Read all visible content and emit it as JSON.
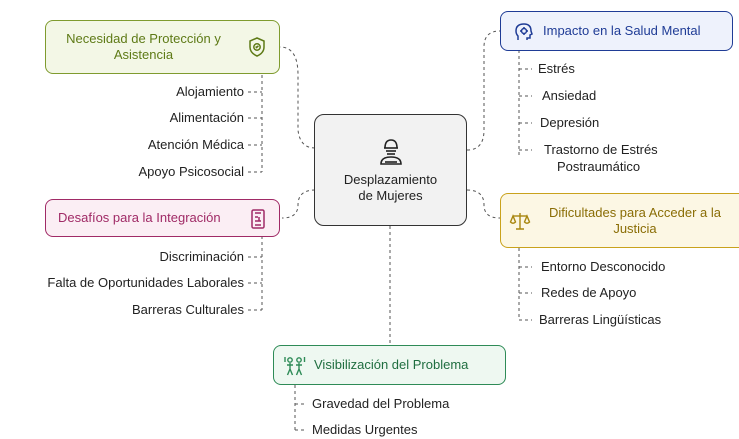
{
  "center": {
    "label_line1": "Desplazamiento",
    "label_line2": "de Mujeres"
  },
  "colors": {
    "green": "#7f9b2e",
    "green_bg": "#f3f7e6",
    "blue": "#1f3c96",
    "blue_bg": "#eef2fc",
    "purple": "#a02a66",
    "purple_bg": "#fbeef4",
    "gold": "#c9a21c",
    "gold_bg": "#fcf7e4",
    "teal": "#2e8b57",
    "teal_bg": "#eef8f1"
  },
  "branches": {
    "proteccion": {
      "title_line1": "Necesidad de Protección y",
      "title_line2": "Asistencia",
      "icon": "shield-icon",
      "items": [
        "Alojamiento",
        "Alimentación",
        "Atención Médica",
        "Apoyo Psicosocial"
      ]
    },
    "salud": {
      "title": "Impacto en la Salud Mental",
      "icon": "head-gear-icon",
      "items": [
        "Estrés",
        "Ansiedad",
        "Depresión",
        "Trastorno de Estrés",
        "Postraumático"
      ]
    },
    "integracion": {
      "title": "Desafíos para la Integración",
      "icon": "door-icon",
      "items": [
        "Discriminación",
        "Falta de Oportunidades Laborales",
        "Barreras Culturales"
      ]
    },
    "justicia": {
      "title_line1": "Dificultades para Acceder a la",
      "title_line2": "Justicia",
      "icon": "scales-icon",
      "items": [
        "Entorno Desconocido",
        "Redes de Apoyo",
        "Barreras Lingüísticas"
      ]
    },
    "visibilizacion": {
      "title": "Visibilización del Problema",
      "icon": "people-icon",
      "items": [
        "Gravedad del Problema",
        "Medidas Urgentes"
      ]
    }
  }
}
